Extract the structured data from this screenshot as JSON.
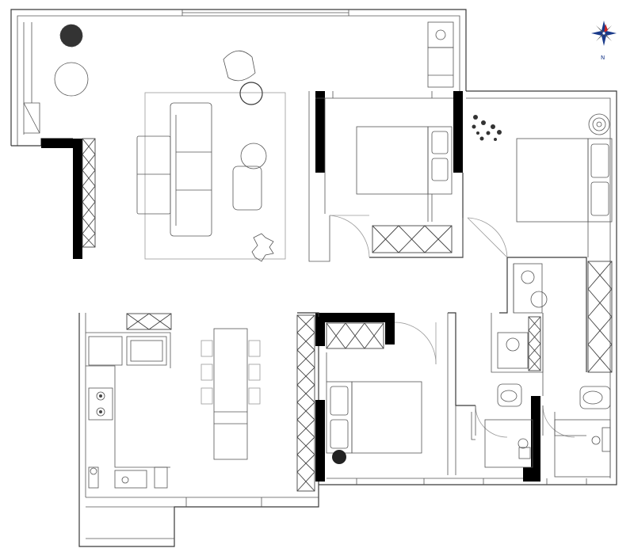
{
  "compass": {
    "north_label": "N",
    "colors": {
      "needle": "#cc2222",
      "arrows": "#1a3a8a"
    }
  },
  "colors": {
    "wall_fill": "#000000",
    "line": "#3a3a3a",
    "background": "#ffffff"
  },
  "rooms": [
    "living-room",
    "bedroom-1",
    "master-bedroom",
    "kitchen-dining",
    "bedroom-2",
    "bathroom-1",
    "bathroom-2",
    "balcony"
  ]
}
